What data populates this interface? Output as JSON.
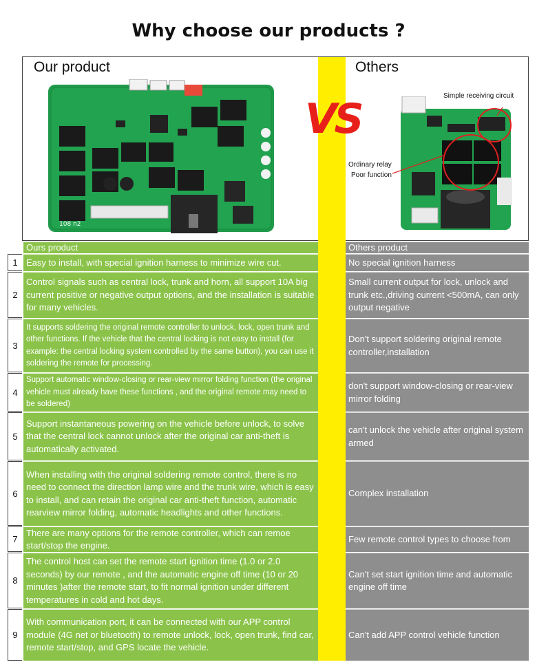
{
  "title": "Why choose our products ?",
  "comparison": {
    "left_heading": "Our product",
    "right_heading": "Others",
    "vs_text": "VS",
    "others_annotations": {
      "receiving": "Simple receiving circuit",
      "relay": "Ordinary relay",
      "poor": "Poor function"
    },
    "board_print": "108 n2"
  },
  "table": {
    "ours_header": "Ours product",
    "others_header": "Others product",
    "rows": [
      {
        "num": "1",
        "ours": "Easy to install, with special ignition harness to minimize wire cut.",
        "others": "No special ignition harness"
      },
      {
        "num": "2",
        "ours": "Control signals such as central lock, trunk and horn, all support 10A big current positive or negative output options, and the installation is suitable for many vehicles.",
        "others": "Small current output for lock, unlock and trunk etc.,driving current <500mA, can only output negative"
      },
      {
        "num": "3",
        "ours": "It supports soldering the original  remote controller to unlock, lock, open trunk and other functions. If the vehicle that the central locking is not easy to install (for example: the central locking system controlled by the same button), you can use it soldering the remote for processing.",
        "others": "Don't support soldering original remote controller,installation"
      },
      {
        "num": "4",
        "ours": " Support automatic window-closing or rear-view mirror folding function (the original vehicle must already have these functions , and the original remote may need to be soldered)",
        "others": "don't support window-closing or rear-view mirror folding"
      },
      {
        "num": "5",
        "ours": "Support instantaneous powering on the vehicle before unlock,  to solve that the central lock cannot unlock after the original car anti-theft is automatically activated.",
        "others": "can't unlock the vehicle after original system armed"
      },
      {
        "num": "6",
        "ours": "When installing with the original soldering remote control, there is no need to connect the direction lamp wire and the trunk wire, which is easy to install, and can retain the original car anti-theft function, automatic rearview mirror folding, automatic headlights and other functions.",
        "others": "Complex installation"
      },
      {
        "num": "7",
        "ours": "There are many options for the remote controller, which can remoe start/stop the engine.",
        "others": "Few remote control types to choose from"
      },
      {
        "num": "8",
        "ours": "The control host can set the remote start ignition time (1.0 or 2.0 seconds) by our remote , and the automatic engine off time (10 or 20 minutes )after the remote start, to fit normal ignition under different temperatures in cold and hot days.",
        "others": "Can't set start ignition time and automatic engine off time"
      },
      {
        "num": "9",
        "ours": "With communication port, it can be connected with our APP control module (4G net or bluetooth) to remote unlock, lock, open trunk, find car, remote start/stop, and GPS locate the vehicle.",
        "others": "Can't add APP control vehicle function"
      }
    ]
  }
}
